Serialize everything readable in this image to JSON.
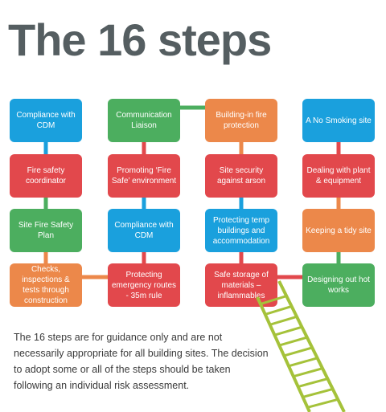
{
  "title": "The 16 steps",
  "steps": [
    {
      "label": "Compliance with CDM"
    },
    {
      "label": "Communication Liaison"
    },
    {
      "label": "Building-in fire protection"
    },
    {
      "label": "A No Smoking site"
    },
    {
      "label": "Fire safety coordinator"
    },
    {
      "label": "Promoting ‘Fire Safe’ environment"
    },
    {
      "label": "Site security against arson"
    },
    {
      "label": "Dealing with plant & equipment"
    },
    {
      "label": "Site Fire Safety Plan"
    },
    {
      "label": "Compliance with CDM"
    },
    {
      "label": "Protecting temp buildings and accommodation"
    },
    {
      "label": "Keeping a tidy site"
    },
    {
      "label": "Checks, inspections & tests through construction"
    },
    {
      "label": "Protecting emergency routes - 35m rule"
    },
    {
      "label": "Safe storage of materials – inflammables"
    },
    {
      "label": "Designing out hot works"
    }
  ],
  "description": "The 16 steps are for guidance only and are not necessarily appropriate for all building sites. The decision to adopt some or all of the steps should be taken following an individual risk assessment.",
  "colors": {
    "blue": "#1aa0dd",
    "red": "#e2484c",
    "green": "#4cae5f",
    "orange": "#ec884a",
    "ladder": "#a5c23a",
    "title": "#555e61"
  }
}
